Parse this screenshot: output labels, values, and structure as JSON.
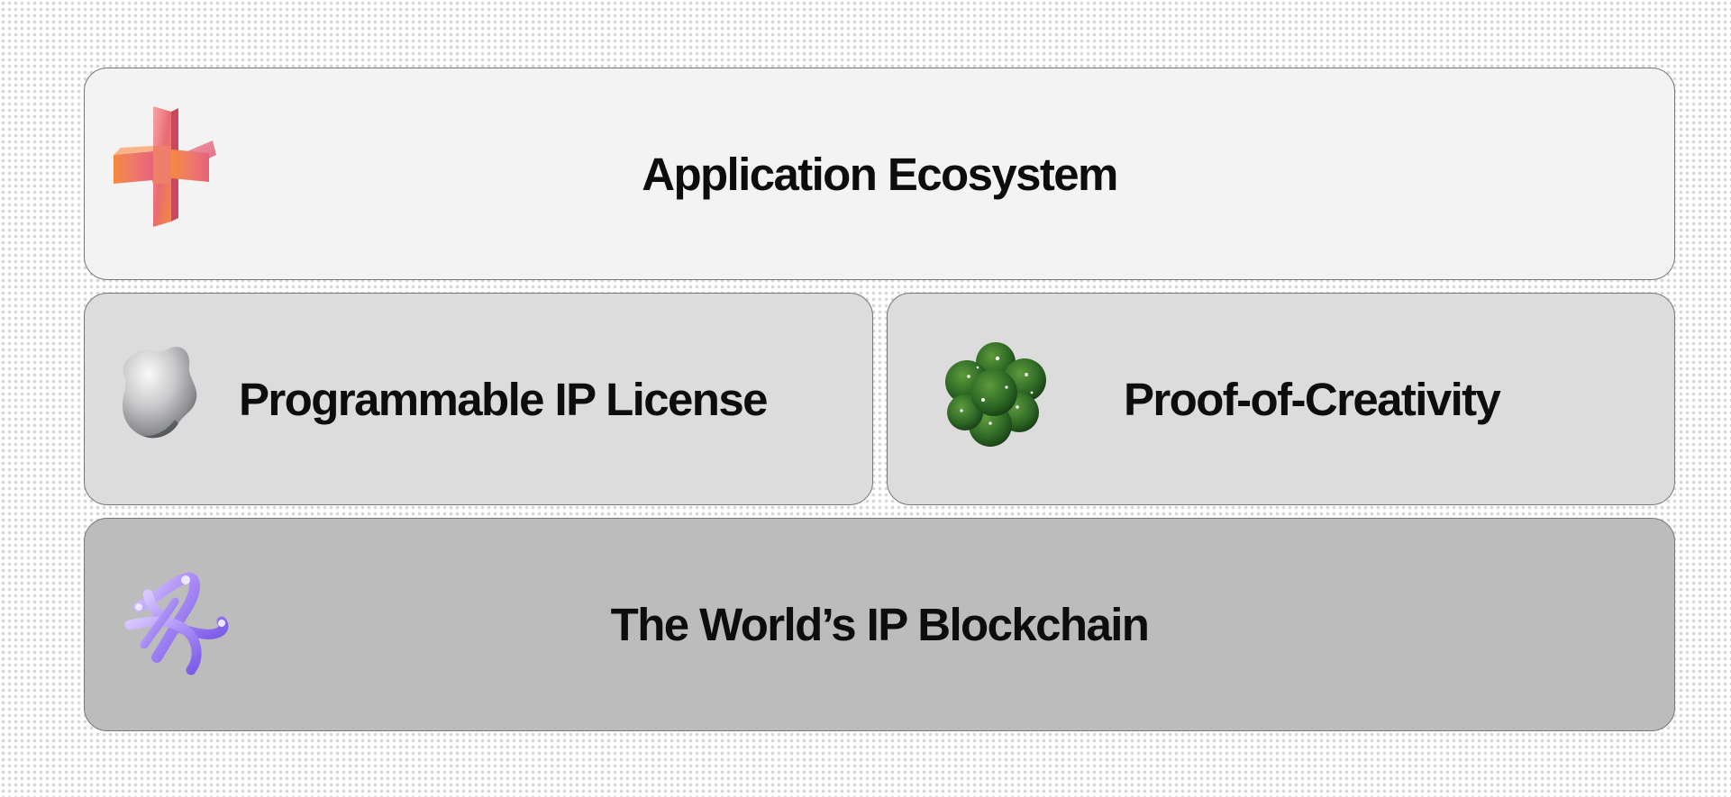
{
  "layers": [
    {
      "id": "application-ecosystem",
      "label": "Application Ecosystem",
      "background": "#f3f3f3",
      "icon": "coral-cross-icon"
    },
    {
      "id": "programmable-ip-license",
      "label": "Programmable IP License",
      "background": "#dcdcdc",
      "icon": "silver-blob-icon"
    },
    {
      "id": "proof-of-creativity",
      "label": "Proof-of-Creativity",
      "background": "#dcdcdc",
      "icon": "green-moss-cluster-icon"
    },
    {
      "id": "worlds-ip-blockchain",
      "label": "The World’s IP Blockchain",
      "background": "#bcbcbc",
      "icon": "purple-knot-icon"
    }
  ],
  "colors": {
    "border": "#777777",
    "text": "#0d0d0d",
    "dot_pattern": "#d6d6d6",
    "accent_coral": "#e86a6a",
    "accent_orange": "#f08a3c",
    "accent_green": "#2f6b2a",
    "accent_purple": "#a78bfa"
  }
}
